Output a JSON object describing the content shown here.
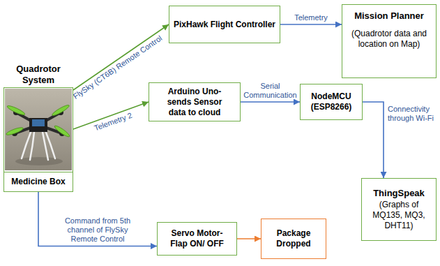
{
  "diagram": {
    "nodes": [
      {
        "text": [
          "Quadrotor System",
          "Medicine Box"
        ]
      },
      {
        "text": [
          "PixHawk Flight Controller"
        ]
      },
      {
        "text": [
          "Mission Planner",
          "(Quadrotor data and location on Map)"
        ]
      },
      {
        "text": [
          "Arduino Uno- sends Sensor data to cloud"
        ]
      },
      {
        "text": [
          "NodeMCU",
          "(ESP8266)"
        ]
      },
      {
        "text": [
          "ThingSpeak",
          "(Graphs of MQ135, MQ3, DHT11)"
        ]
      },
      {
        "text": [
          "Servo Motor- Flap ON/ OFF"
        ]
      },
      {
        "text": [
          "Package Dropped"
        ]
      }
    ],
    "edges": [
      {
        "from": 0,
        "to": 1,
        "arrow": "to",
        "label": "FlySky (CT6B) Remote Control"
      },
      {
        "from": 0,
        "to": 3,
        "arrow": "to",
        "label": "Telemetry 2"
      },
      {
        "from": 1,
        "to": 2,
        "arrow": "to",
        "label": "Telemetry"
      },
      {
        "from": 3,
        "to": 4,
        "arrow": "to",
        "label": "Serial Communication"
      },
      {
        "from": 4,
        "to": 5,
        "arrow": "to",
        "label": "Connectivity through Wi-Fi"
      },
      {
        "from": 0,
        "to": 6,
        "arrow": "to",
        "label": "Command from 5th channel of FlySky Remote Control"
      },
      {
        "from": 6,
        "to": 7,
        "arrow": "to"
      }
    ]
  }
}
